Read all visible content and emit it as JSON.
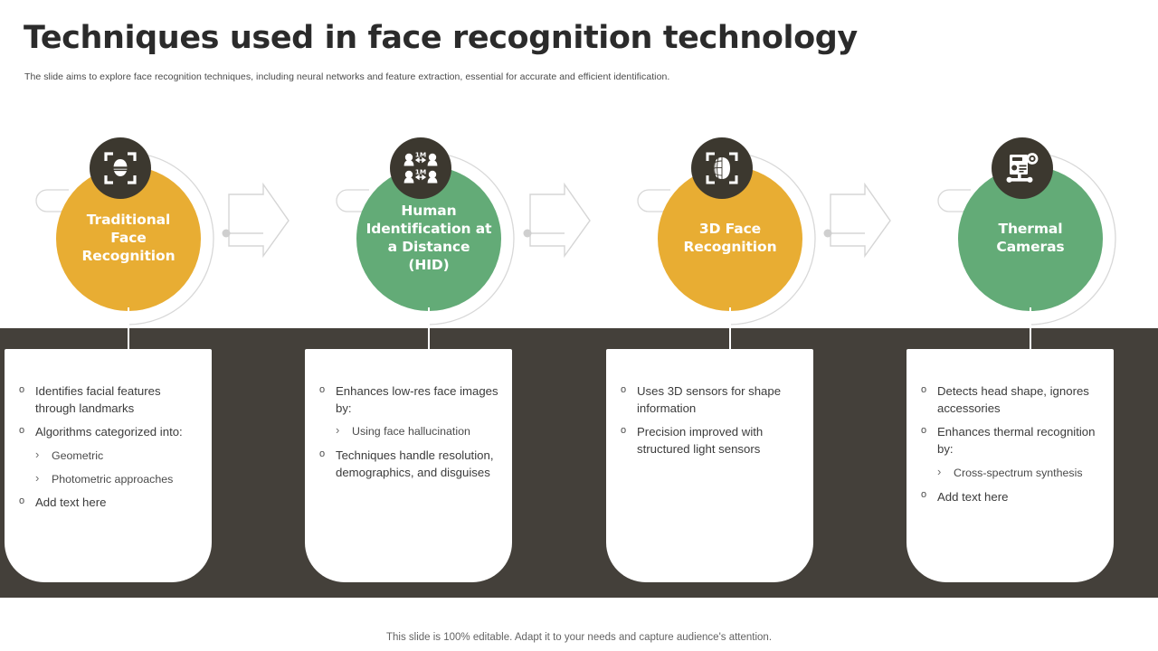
{
  "header": {
    "title": "Techniques used in face recognition technology",
    "subtitle": "The slide aims to explore face recognition techniques, including neural networks and feature extraction, essential for accurate and efficient identification."
  },
  "colors": {
    "orange": "#e8ad33",
    "green": "#63ab77",
    "badge_dark": "#3c382f",
    "band_dark": "#44403a",
    "card_white": "#ffffff",
    "title_text": "#2b2b2b",
    "body_text": "#3b3b3b"
  },
  "steps": [
    {
      "id": "traditional-face-recognition",
      "label": "Traditional\nFace\nRecognition",
      "circle_color": "#e8ad33",
      "icon": "face-scan-icon",
      "bullets": [
        {
          "level": 1,
          "text": "Identifies facial features through landmarks"
        },
        {
          "level": 1,
          "text": "Algorithms categorized into:"
        },
        {
          "level": 2,
          "text": "Geometric"
        },
        {
          "level": 2,
          "text": "Photometric approaches"
        },
        {
          "level": 1,
          "text": "Add text here"
        }
      ]
    },
    {
      "id": "human-identification-at-a-distance",
      "label": "Human\nIdentification at\na Distance\n(HID)",
      "circle_color": "#63ab77",
      "icon": "people-distance-1m-icon",
      "bullets": [
        {
          "level": 1,
          "text": "Enhances low-res face images by:"
        },
        {
          "level": 2,
          "text": "Using face hallucination"
        },
        {
          "level": 1,
          "text": "Techniques handle resolution, demographics, and disguises"
        }
      ]
    },
    {
      "id": "3d-face-recognition",
      "label": "3D Face\nRecognition",
      "circle_color": "#e8ad33",
      "icon": "face-mesh-scan-icon",
      "bullets": [
        {
          "level": 1,
          "text": "Uses 3D sensors for shape information"
        },
        {
          "level": 1,
          "text": "Precision improved with structured light sensors"
        }
      ]
    },
    {
      "id": "thermal-cameras",
      "label": "Thermal\nCameras",
      "circle_color": "#63ab77",
      "icon": "thermal-camera-icon",
      "bullets": [
        {
          "level": 1,
          "text": "Detects head shape, ignores accessories"
        },
        {
          "level": 1,
          "text": "Enhances thermal recognition by:"
        },
        {
          "level": 2,
          "text": "Cross-spectrum synthesis"
        },
        {
          "level": 1,
          "text": "Add text here"
        }
      ]
    }
  ],
  "footer": {
    "note": "This slide is 100% editable. Adapt it to your needs and capture audience's attention."
  }
}
